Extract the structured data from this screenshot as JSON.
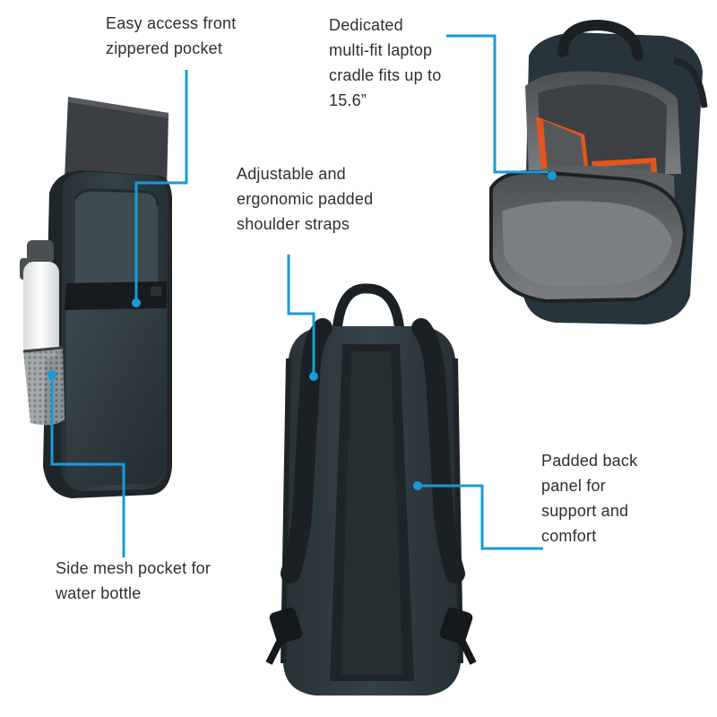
{
  "colors": {
    "callout_line": "#1a9ad6",
    "bag_body": "#2f3a3f",
    "bag_dark": "#1d2427",
    "lining_gray": "#6e7275",
    "accent_orange": "#e2561c",
    "text": "#2f2f2f"
  },
  "callouts": [
    {
      "id": "front-pocket",
      "lines": [
        "Easy access front",
        "zippered pocket"
      ]
    },
    {
      "id": "laptop-cradle",
      "lines": [
        "Dedicated",
        "multi-fit laptop",
        "cradle fits up to",
        "15.6”"
      ]
    },
    {
      "id": "shoulder-straps",
      "lines": [
        "Adjustable and",
        "ergonomic padded",
        "shoulder straps"
      ]
    },
    {
      "id": "back-panel",
      "lines": [
        "Padded back",
        "panel for",
        "support and",
        "comfort"
      ]
    },
    {
      "id": "side-pocket",
      "lines": [
        "Side mesh pocket for",
        "water bottle"
      ]
    }
  ],
  "images": [
    {
      "id": "backpack-front-view",
      "icon": "backpack-front-icon"
    },
    {
      "id": "backpack-open-view",
      "icon": "backpack-open-icon"
    },
    {
      "id": "backpack-back-view",
      "icon": "backpack-back-icon"
    }
  ]
}
